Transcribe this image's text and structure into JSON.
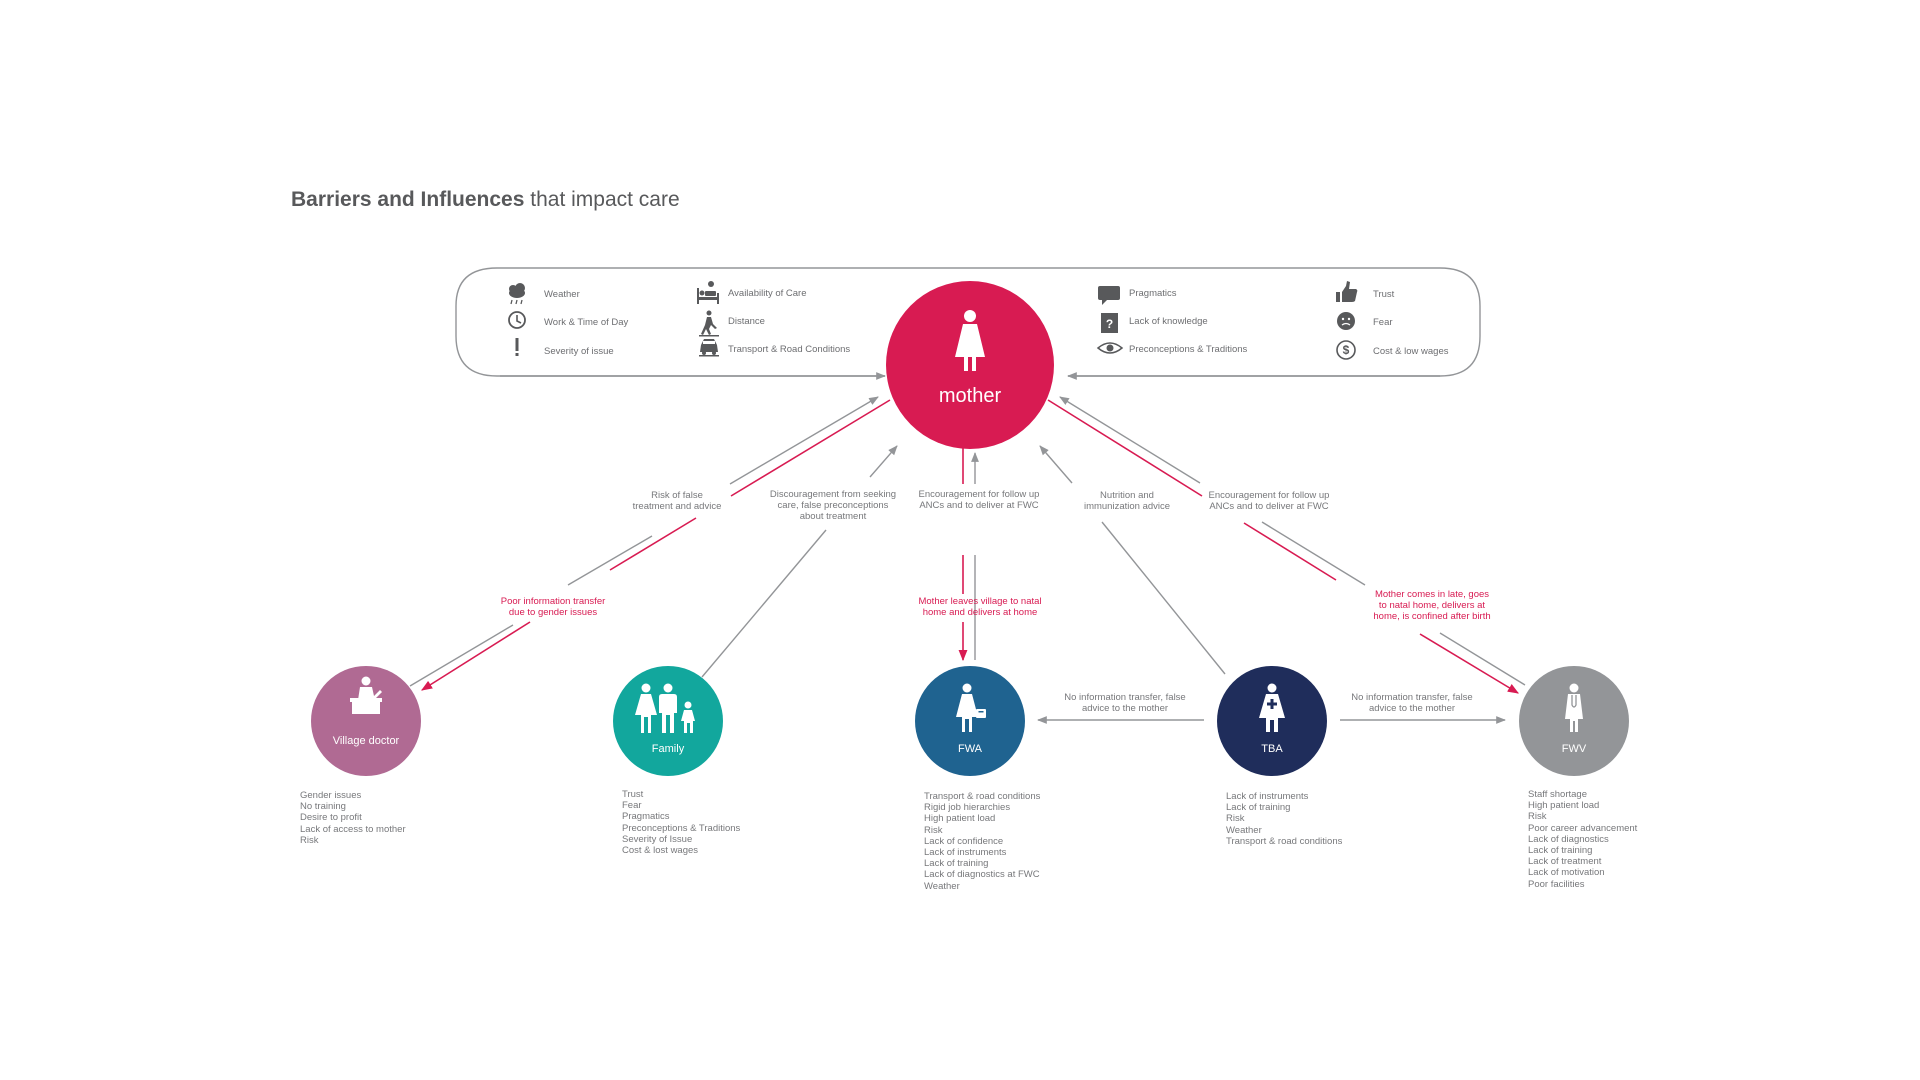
{
  "title": {
    "bold": "Barriers and Influences",
    "rest": " that impact care"
  },
  "legend": {
    "col1": [
      {
        "icon": "weather-icon",
        "label": "Weather"
      },
      {
        "icon": "clock-icon",
        "label": "Work & Time of Day"
      },
      {
        "icon": "exclamation-icon",
        "label": "Severity of issue"
      }
    ],
    "col2": [
      {
        "icon": "hospital-bed-icon",
        "label": "Availability of Care"
      },
      {
        "icon": "walking-person-icon",
        "label": "Distance"
      },
      {
        "icon": "car-icon",
        "label": "Transport & Road Conditions"
      }
    ],
    "col3": [
      {
        "icon": "speech-bubble-icon",
        "label": "Pragmatics"
      },
      {
        "icon": "question-book-icon",
        "label": "Lack of knowledge"
      },
      {
        "icon": "eye-icon",
        "label": "Preconceptions & Traditions"
      }
    ],
    "col4": [
      {
        "icon": "thumbs-up-icon",
        "label": "Trust"
      },
      {
        "icon": "sad-face-icon",
        "label": "Fear"
      },
      {
        "icon": "dollar-icon",
        "label": "Cost & low wages"
      }
    ]
  },
  "nodes": {
    "mother": {
      "label": "mother",
      "color": "#d81b52"
    },
    "village_doctor": {
      "label": "Village doctor",
      "color": "#b06a93"
    },
    "family": {
      "label": "Family",
      "color": "#12a79d"
    },
    "fwa": {
      "label": "FWA",
      "color": "#1f6390"
    },
    "tba": {
      "label": "TBA",
      "color": "#1f2d5b"
    },
    "fwv": {
      "label": "FWV",
      "color": "#939598"
    }
  },
  "edge_labels": {
    "risk": [
      "Risk of false",
      "treatment and advice"
    ],
    "poor_info": [
      "Poor information transfer",
      "due to gender issues"
    ],
    "discouragement": [
      "Discouragement from seeking",
      "care, false preconceptions",
      "about treatment"
    ],
    "encourage_fwa": [
      "Encouragement for follow up",
      "ANCs and to deliver at FWC"
    ],
    "leaves_village": [
      "Mother leaves village to natal",
      "home and delivers at home"
    ],
    "nutrition": [
      "Nutrition and",
      "immunization advice"
    ],
    "encourage_fwv": [
      "Encouragement for follow up",
      "ANCs and to deliver at FWC"
    ],
    "comes_late": [
      "Mother comes in late, goes",
      "to natal home, delivers at",
      "home, is confined after birth"
    ],
    "tba_fwa": [
      "No information transfer, false",
      "advice to the mother"
    ],
    "tba_fwv": [
      "No information transfer, false",
      "advice to the mother"
    ]
  },
  "lists": {
    "village_doctor": [
      "Gender issues",
      "No training",
      "Desire to profit",
      "Lack of access to mother",
      "Risk"
    ],
    "family": [
      "Trust",
      "Fear",
      "Pragmatics",
      "Preconceptions & Traditions",
      "Severity of Issue",
      "Cost & lost wages"
    ],
    "fwa": [
      "Transport & road conditions",
      "Rigid job hierarchies",
      "High patient load",
      "Risk",
      "Lack of confidence",
      "Lack of instruments",
      "Lack of training",
      "Lack of diagnostics at FWC",
      "Weather"
    ],
    "tba": [
      "Lack of instruments",
      "Lack of training",
      "Risk",
      "Weather",
      "Transport & road conditions"
    ],
    "fwv": [
      "Staff shortage",
      "High patient load",
      "Risk",
      "Poor career advancement",
      "Lack of diagnostics",
      "Lack of training",
      "Lack of treatment",
      "Lack of motivation",
      "Poor facilities"
    ]
  }
}
